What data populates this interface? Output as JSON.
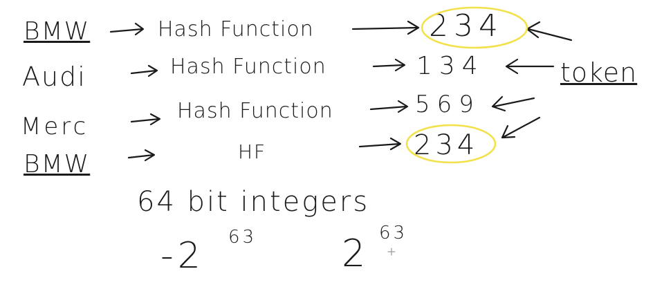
{
  "rows": [
    {
      "input": "BMW",
      "fn": "Hash Function",
      "value": "234"
    },
    {
      "input": "Audi",
      "fn": "Hash Function",
      "value": "134"
    },
    {
      "input": "Merc",
      "fn": "Hash Function",
      "value": "569"
    },
    {
      "input": "BMW",
      "fn": "HF",
      "value": "234"
    }
  ],
  "token_label": "token",
  "integers_label": "64 bit integers",
  "range": {
    "min_base": "-2",
    "min_exp": "63",
    "max_base": "2",
    "max_exp": "63"
  },
  "colors": {
    "ink": "#1a1a1a",
    "highlight": "#f2e14a"
  }
}
